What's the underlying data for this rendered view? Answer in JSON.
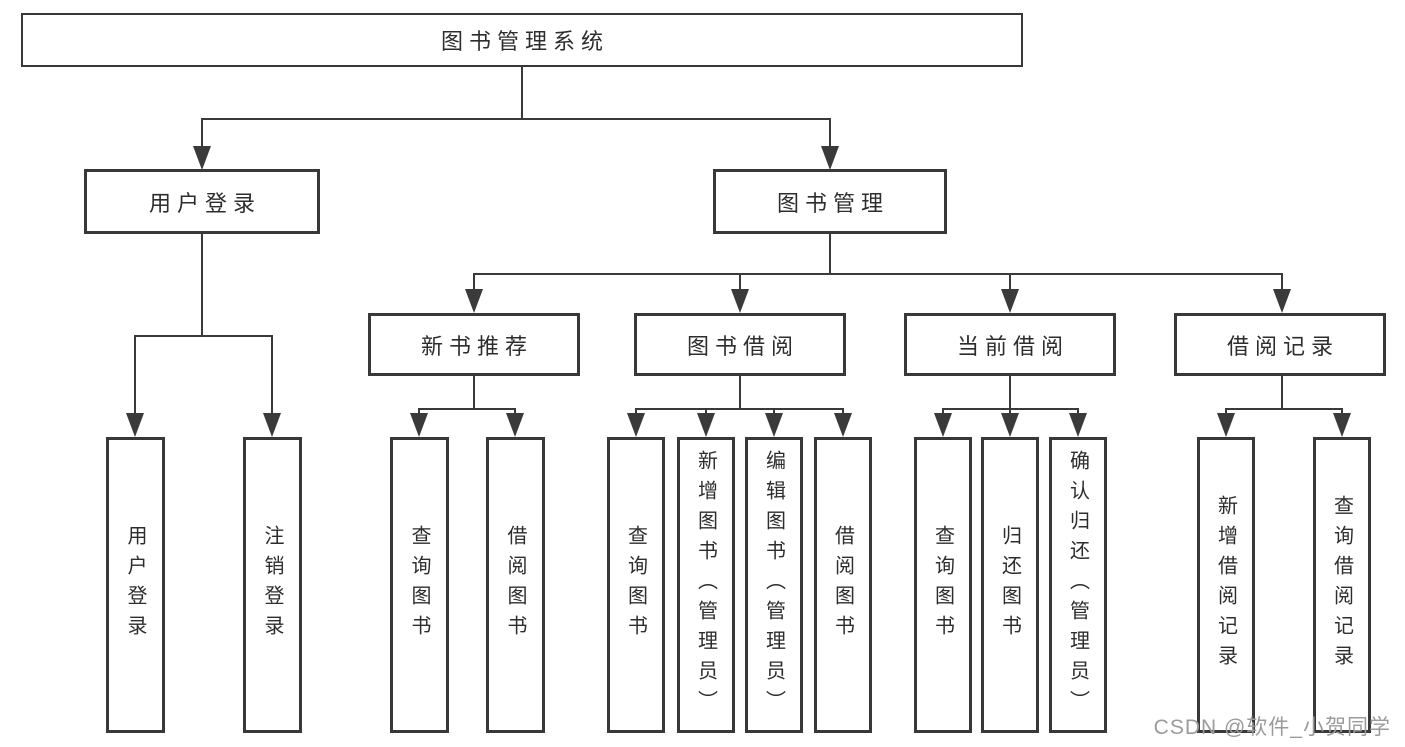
{
  "nodes": {
    "root": "图书管理系统",
    "level2": [
      "用户登录",
      "图书管理"
    ],
    "level3": [
      "新书推荐",
      "图书借阅",
      "当前借阅",
      "借阅记录"
    ],
    "leaves_user_login": [
      "用户登录",
      "注销登录"
    ],
    "leaves_new_book": [
      "查询图书",
      "借阅图书"
    ],
    "leaves_book_borrow": [
      "查询图书",
      "新增图书（管理员）",
      "编辑图书（管理员）",
      "借阅图书"
    ],
    "leaves_current_borrow": [
      "查询图书",
      "归还图书",
      "确认归还（管理员）"
    ],
    "leaves_borrow_records": [
      "新增借阅记录",
      "查询借阅记录"
    ]
  },
  "watermark": "CSDN @软件_小贺同学",
  "colors": {
    "line": "#3a3a3a",
    "box_border": "#383838",
    "box_fill": "#ffffff",
    "text": "#2d2d2d",
    "watermark": "#9b9b9b"
  }
}
